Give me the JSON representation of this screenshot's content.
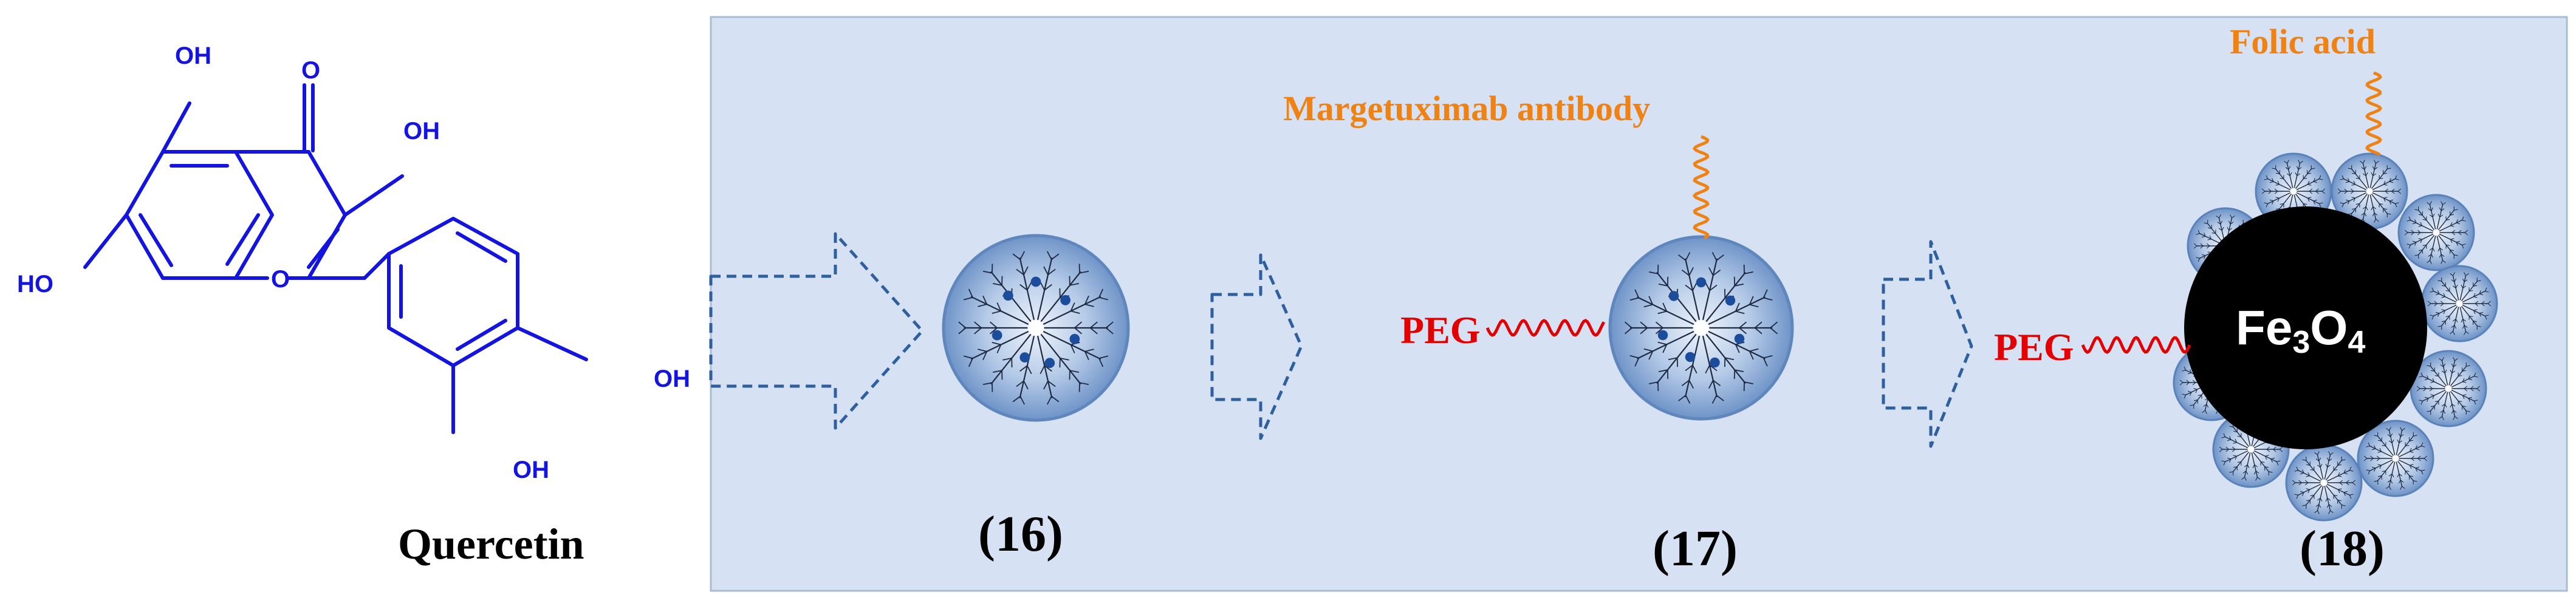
{
  "molecule": {
    "name": "Quercetin",
    "atoms": {
      "oh5": "OH",
      "o4": "O",
      "oh3": "OH",
      "oh7": "HO",
      "o1": "O",
      "oh4p": "OH",
      "oh3p": "OH"
    }
  },
  "labels": {
    "compound_16": "(16)",
    "compound_17": "(17)",
    "compound_18": "(18)",
    "antibody": "Margetuximab antibody",
    "folic_acid": "Folic acid",
    "peg_17": "PEG",
    "peg_18": "PEG",
    "core_fe": "Fe",
    "core_3": "3",
    "core_o": "O",
    "core_4": "4"
  },
  "colors": {
    "panel_bg": "#d6e2f3",
    "panel_border": "#a9bcd6",
    "molecule": "#1414e0",
    "arrow": "#2e5f9e",
    "nanoparticle": "#7ea2d3",
    "antibody": "#f08214",
    "peg": "#e40000",
    "core": "#000000"
  }
}
